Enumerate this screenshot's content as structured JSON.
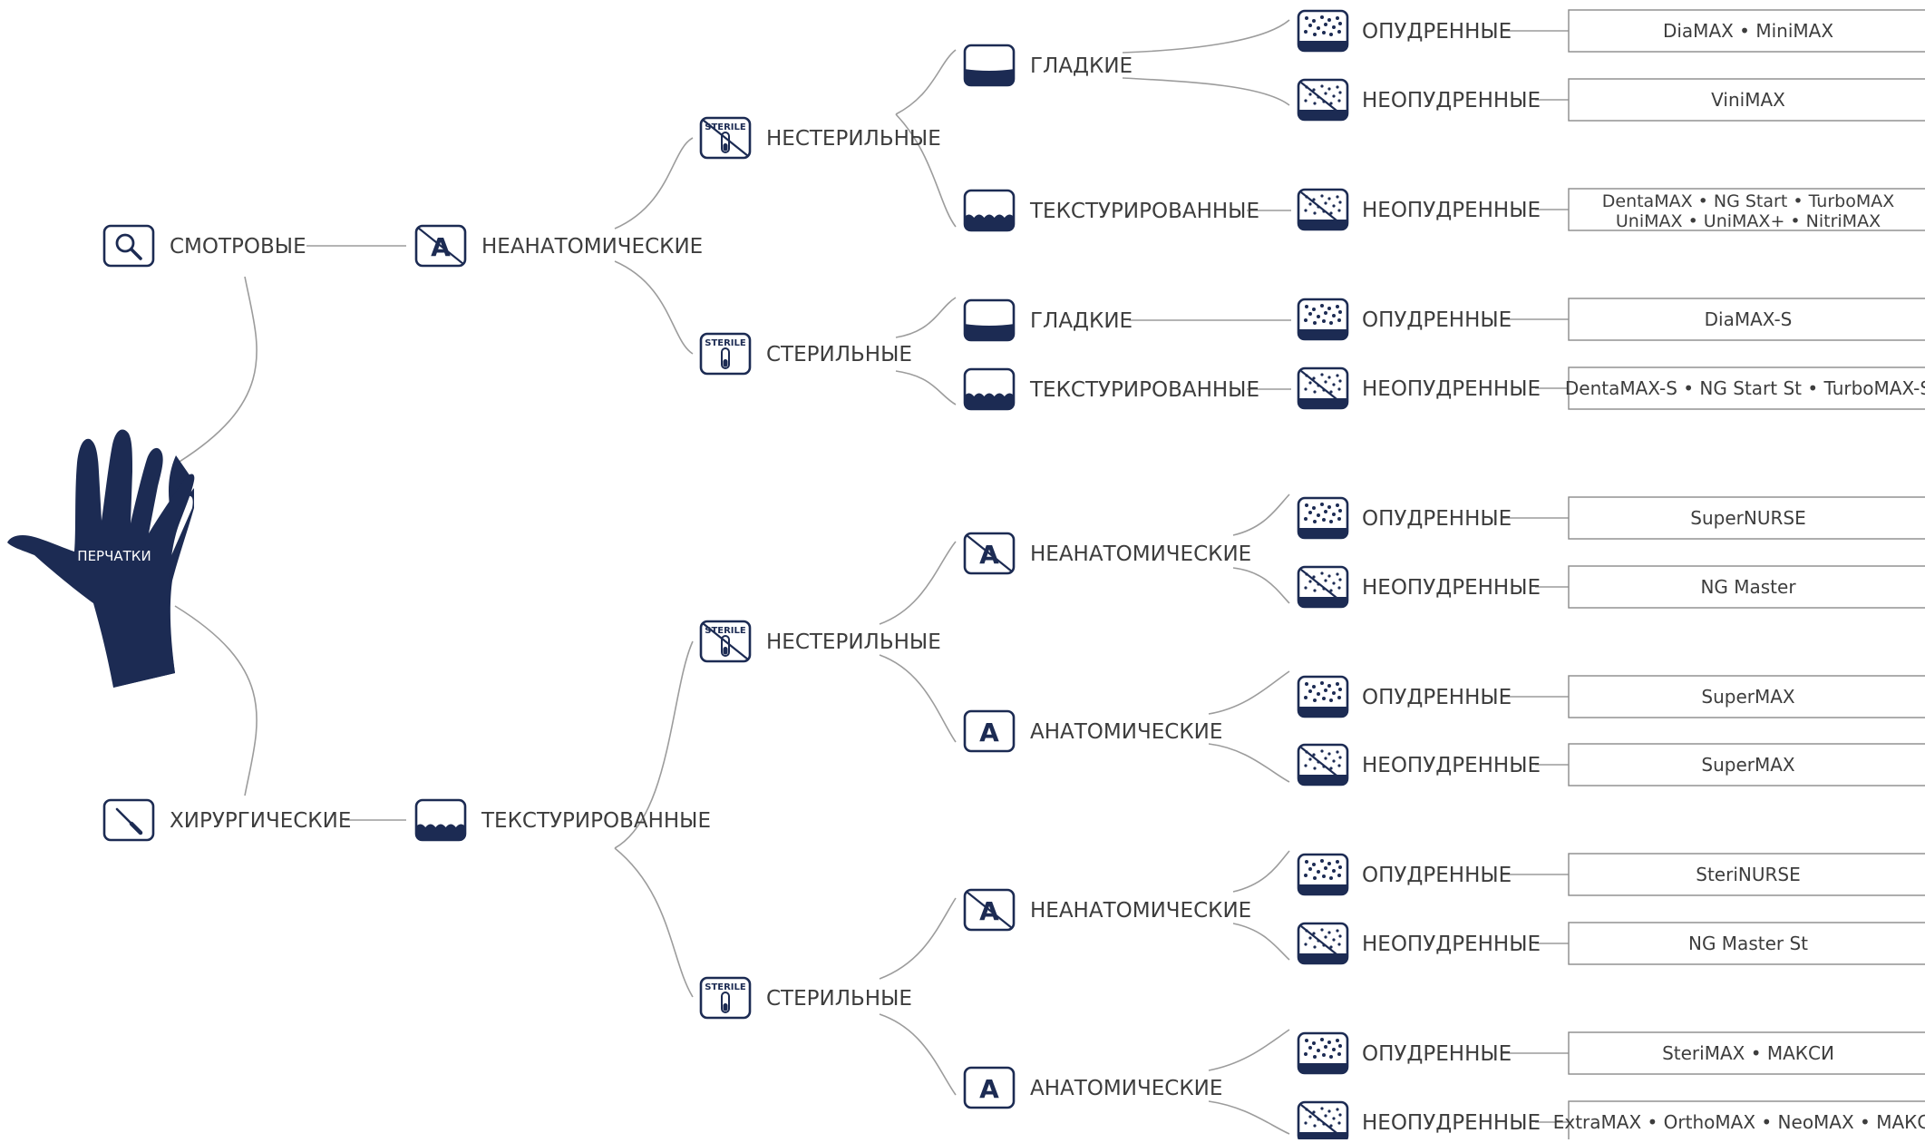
{
  "colors": {
    "navy": "#1c2b53",
    "text": "#3d3d3d",
    "line": "#9c9c9c",
    "box": "#8a8a8a"
  },
  "hand": {
    "label": "ПЕРЧАТКИ",
    "icon": "glove-hand-icon"
  },
  "nodes": {
    "examination": {
      "label": "СМОТРОВЫЕ",
      "icon": "magnifier-icon"
    },
    "surgical": {
      "label": "ХИРУРГИЧЕСКИЕ",
      "icon": "scalpel-icon"
    },
    "exam_nonanatomic": {
      "label": "НЕАНАТОМИЧЕСКИЕ",
      "icon": "non-anatomic-icon"
    },
    "surg_textured": {
      "label": "ТЕКСТУРИРОВАННЫЕ",
      "icon": "textured-surface-icon"
    },
    "exam_nonsterile": {
      "label": "НЕСТЕРИЛЬНЫЕ",
      "icon": "non-sterile-icon"
    },
    "exam_sterile": {
      "label": "СТЕРИЛЬНЫЕ",
      "icon": "sterile-icon"
    },
    "surg_nonsterile": {
      "label": "НЕСТЕРИЛЬНЫЕ",
      "icon": "non-sterile-icon"
    },
    "surg_sterile": {
      "label": "СТЕРИЛЬНЫЕ",
      "icon": "sterile-icon"
    },
    "ns_smooth": {
      "label": "ГЛАДКИЕ",
      "icon": "smooth-surface-icon"
    },
    "ns_textured": {
      "label": "ТЕКСТУРИРОВАННЫЕ",
      "icon": "textured-surface-icon"
    },
    "st_smooth": {
      "label": "ГЛАДКИЕ",
      "icon": "smooth-surface-icon"
    },
    "st_textured": {
      "label": "ТЕКСТУРИРОВАННЫЕ",
      "icon": "textured-surface-icon"
    },
    "sns_nonanatomic": {
      "label": "НЕАНАТОМИЧЕСКИЕ",
      "icon": "non-anatomic-icon"
    },
    "sns_anatomic": {
      "label": "АНАТОМИЧЕСКИЕ",
      "icon": "anatomic-icon"
    },
    "sst_nonanatomic": {
      "label": "НЕАНАТОМИЧЕСКИЕ",
      "icon": "non-anatomic-icon"
    },
    "sst_anatomic": {
      "label": "АНАТОМИЧЕСКИЕ",
      "icon": "anatomic-icon"
    }
  },
  "leaves": [
    {
      "label": "ОПУДРЕННЫЕ",
      "icon": "powdered-icon",
      "products": [
        "DiaMAX • MiniMAX"
      ]
    },
    {
      "label": "НЕОПУДРЕННЫЕ",
      "icon": "powder-free-icon",
      "products": [
        "ViniMAX"
      ]
    },
    {
      "label": "НЕОПУДРЕННЫЕ",
      "icon": "powder-free-icon",
      "products": [
        "DentaMAX • NG Start • TurboMAX",
        "UniMAX • UniMAX+ • NitriMAX"
      ]
    },
    {
      "label": "ОПУДРЕННЫЕ",
      "icon": "powdered-icon",
      "products": [
        "DiaMAX-S"
      ]
    },
    {
      "label": "НЕОПУДРЕННЫЕ",
      "icon": "powder-free-icon",
      "products": [
        "DentaMAX-S • NG Start St • TurboMAX-S"
      ]
    },
    {
      "label": "ОПУДРЕННЫЕ",
      "icon": "powdered-icon",
      "products": [
        "SuperNURSE"
      ]
    },
    {
      "label": "НЕОПУДРЕННЫЕ",
      "icon": "powder-free-icon",
      "products": [
        "NG Master"
      ]
    },
    {
      "label": "ОПУДРЕННЫЕ",
      "icon": "powdered-icon",
      "products": [
        "SuperMAX"
      ]
    },
    {
      "label": "НЕОПУДРЕННЫЕ",
      "icon": "powder-free-icon",
      "products": [
        "SuperMAX"
      ]
    },
    {
      "label": "ОПУДРЕННЫЕ",
      "icon": "powdered-icon",
      "products": [
        "SteriNURSE"
      ]
    },
    {
      "label": "НЕОПУДРЕННЫЕ",
      "icon": "powder-free-icon",
      "products": [
        "NG Master St"
      ]
    },
    {
      "label": "ОПУДРЕННЫЕ",
      "icon": "powdered-icon",
      "products": [
        "SteriMAX • МАКСИ"
      ]
    },
    {
      "label": "НЕОПУДРЕННЫЕ",
      "icon": "powder-free-icon",
      "products": [
        "ExtraMAX • OrthoMAX • NeoMAX • МАКСИ"
      ]
    }
  ]
}
